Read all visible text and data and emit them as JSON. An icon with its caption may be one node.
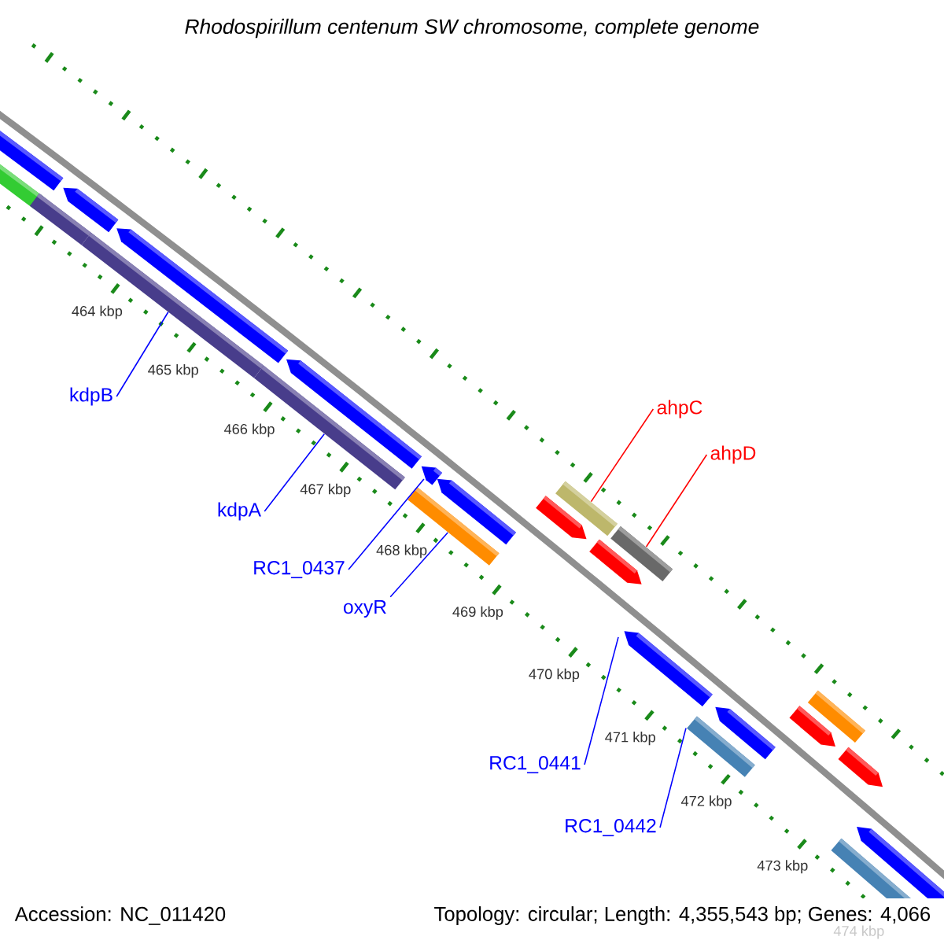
{
  "diagram": {
    "title": "Rhodospirillum centenum SW chromosome, complete genome",
    "nodes": [
      {
        "text": [
          "kdpB"
        ]
      },
      {
        "text": [
          "kdpA"
        ]
      },
      {
        "text": [
          "RC1_0437"
        ]
      },
      {
        "text": [
          "oxyR"
        ]
      },
      {
        "text": [
          "ahpC"
        ]
      },
      {
        "text": [
          "ahpD"
        ]
      },
      {
        "text": [
          "RC1_0441"
        ]
      },
      {
        "text": [
          "RC1_0442"
        ]
      },
      {
        "text": [],
        "shape": "bar"
      },
      {
        "text": [],
        "shape": "bar"
      },
      {
        "text": [],
        "shape": "bar"
      },
      {
        "text": [],
        "shape": "bar"
      },
      {
        "text": [],
        "shape": "bar"
      },
      {
        "text": [],
        "shape": "bar"
      },
      {
        "text": [],
        "shape": "bar"
      },
      {
        "text": [],
        "shape": "bar"
      }
    ],
    "edges": [
      {
        "from": 0,
        "to": 8,
        "arrow": "none"
      },
      {
        "from": 1,
        "to": 9,
        "arrow": "none"
      },
      {
        "from": 2,
        "to": 11,
        "arrow": "none"
      },
      {
        "from": 3,
        "to": 10,
        "arrow": "none"
      },
      {
        "from": 4,
        "to": 12,
        "arrow": "none",
        "color": "#ff0000"
      },
      {
        "from": 5,
        "to": 13,
        "arrow": "none",
        "color": "#ff0000"
      },
      {
        "from": 6,
        "to": 14,
        "arrow": "none"
      },
      {
        "from": 7,
        "to": 15,
        "arrow": "none"
      }
    ],
    "labels": [
      "464 kbp",
      "465 kbp",
      "466 kbp",
      "467 kbp",
      "468 kbp",
      "469 kbp",
      "470 kbp",
      "471 kbp",
      "472 kbp",
      "473 kbp",
      "474 kbp",
      "Accession: NC_011420",
      "Topology: circular; Length: 4,355,543 bp; Genes: 4,066"
    ]
  }
}
